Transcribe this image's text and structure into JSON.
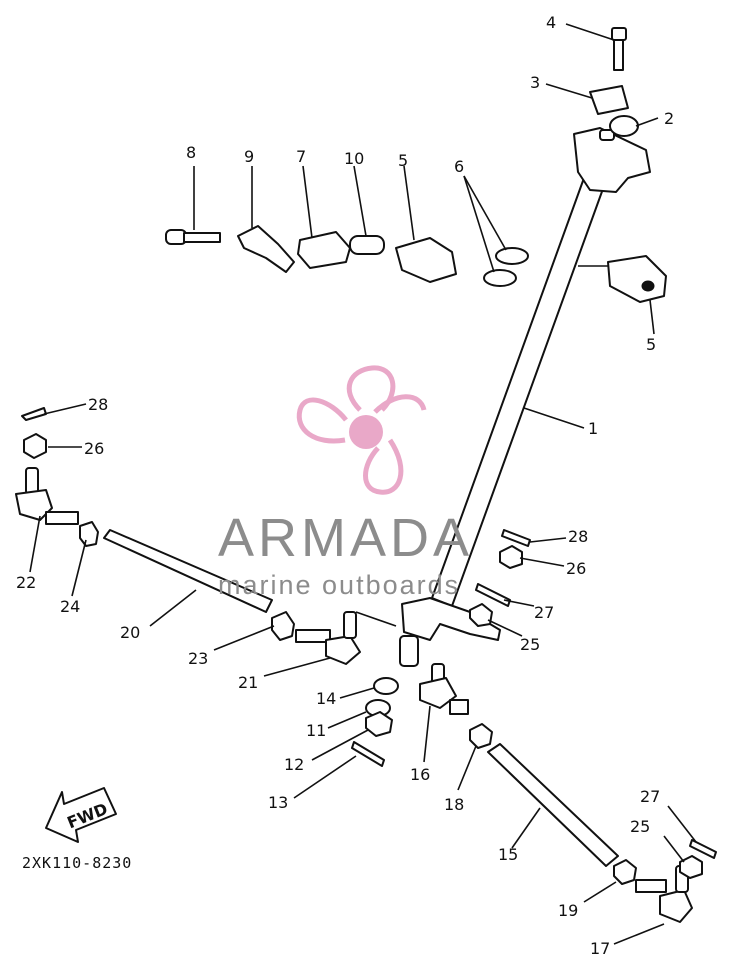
{
  "diagram_code": "2XK110-8230",
  "fwd_label": "FWD",
  "watermark": {
    "brand": "ARMADA",
    "tagline": "marine outboards",
    "brand_color": "#8c8c8c",
    "logo_color": "#e9a8c8"
  },
  "callouts": [
    {
      "id": "c1",
      "label": "1"
    },
    {
      "id": "c2",
      "label": "2"
    },
    {
      "id": "c3",
      "label": "3"
    },
    {
      "id": "c4",
      "label": "4"
    },
    {
      "id": "c5a",
      "label": "5"
    },
    {
      "id": "c5b",
      "label": "5"
    },
    {
      "id": "c6",
      "label": "6"
    },
    {
      "id": "c7",
      "label": "7"
    },
    {
      "id": "c8",
      "label": "8"
    },
    {
      "id": "c9",
      "label": "9"
    },
    {
      "id": "c10",
      "label": "10"
    },
    {
      "id": "c11",
      "label": "11"
    },
    {
      "id": "c12",
      "label": "12"
    },
    {
      "id": "c13",
      "label": "13"
    },
    {
      "id": "c14",
      "label": "14"
    },
    {
      "id": "c15",
      "label": "15"
    },
    {
      "id": "c16",
      "label": "16"
    },
    {
      "id": "c17",
      "label": "17"
    },
    {
      "id": "c18",
      "label": "18"
    },
    {
      "id": "c19",
      "label": "19"
    },
    {
      "id": "c20",
      "label": "20"
    },
    {
      "id": "c21",
      "label": "21"
    },
    {
      "id": "c22",
      "label": "22"
    },
    {
      "id": "c23",
      "label": "23"
    },
    {
      "id": "c24",
      "label": "24"
    },
    {
      "id": "c25a",
      "label": "25"
    },
    {
      "id": "c25b",
      "label": "25"
    },
    {
      "id": "c26a",
      "label": "26"
    },
    {
      "id": "c26b",
      "label": "26"
    },
    {
      "id": "c27a",
      "label": "27"
    },
    {
      "id": "c27b",
      "label": "27"
    },
    {
      "id": "c28a",
      "label": "28"
    },
    {
      "id": "c28b",
      "label": "28"
    }
  ]
}
